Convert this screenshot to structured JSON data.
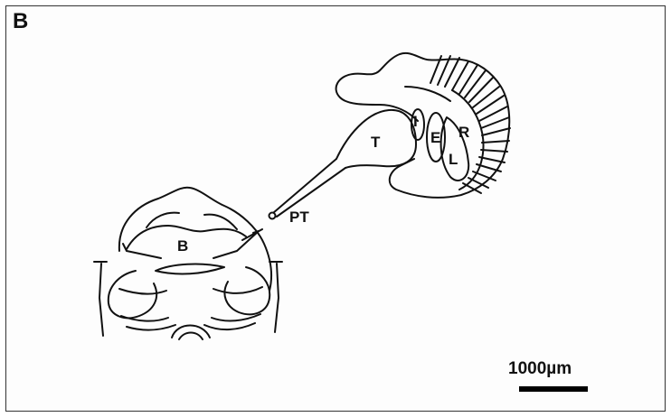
{
  "panel": {
    "letter": "B"
  },
  "labels": {
    "brain": "B",
    "pineal_tract": "PT",
    "tectum": "T",
    "i": "I",
    "e": "E",
    "r": "R",
    "l": "L"
  },
  "scale": {
    "text": "1000µm"
  }
}
